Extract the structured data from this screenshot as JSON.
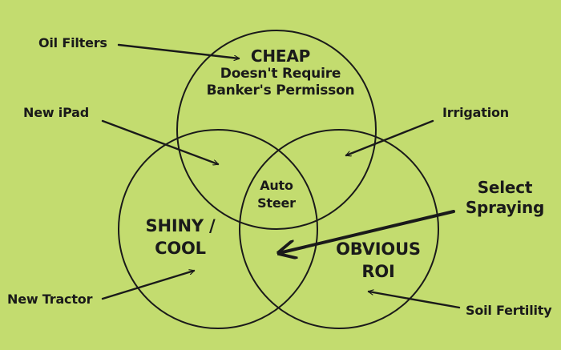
{
  "colors": {
    "background": "#c3dc6f",
    "ink": "#1a1a1a"
  },
  "circles": {
    "top": {
      "title": "CHEAP",
      "subtitle_line1": "Doesn't Require",
      "subtitle_line2": "Banker's Permisson"
    },
    "left": {
      "line1": "SHINY /",
      "line2": "COOL"
    },
    "right": {
      "line1": "OBVIOUS",
      "line2": "ROI"
    },
    "center": {
      "line1": "Auto",
      "line2": "Steer"
    }
  },
  "annotations": {
    "oil_filters": "Oil Filters",
    "new_ipad": "New iPad",
    "irrigation": "Irrigation",
    "select_spraying_line1": "Select",
    "select_spraying_line2": "Spraying",
    "new_tractor": "New Tractor",
    "soil_fertility": "Soil Fertility"
  }
}
